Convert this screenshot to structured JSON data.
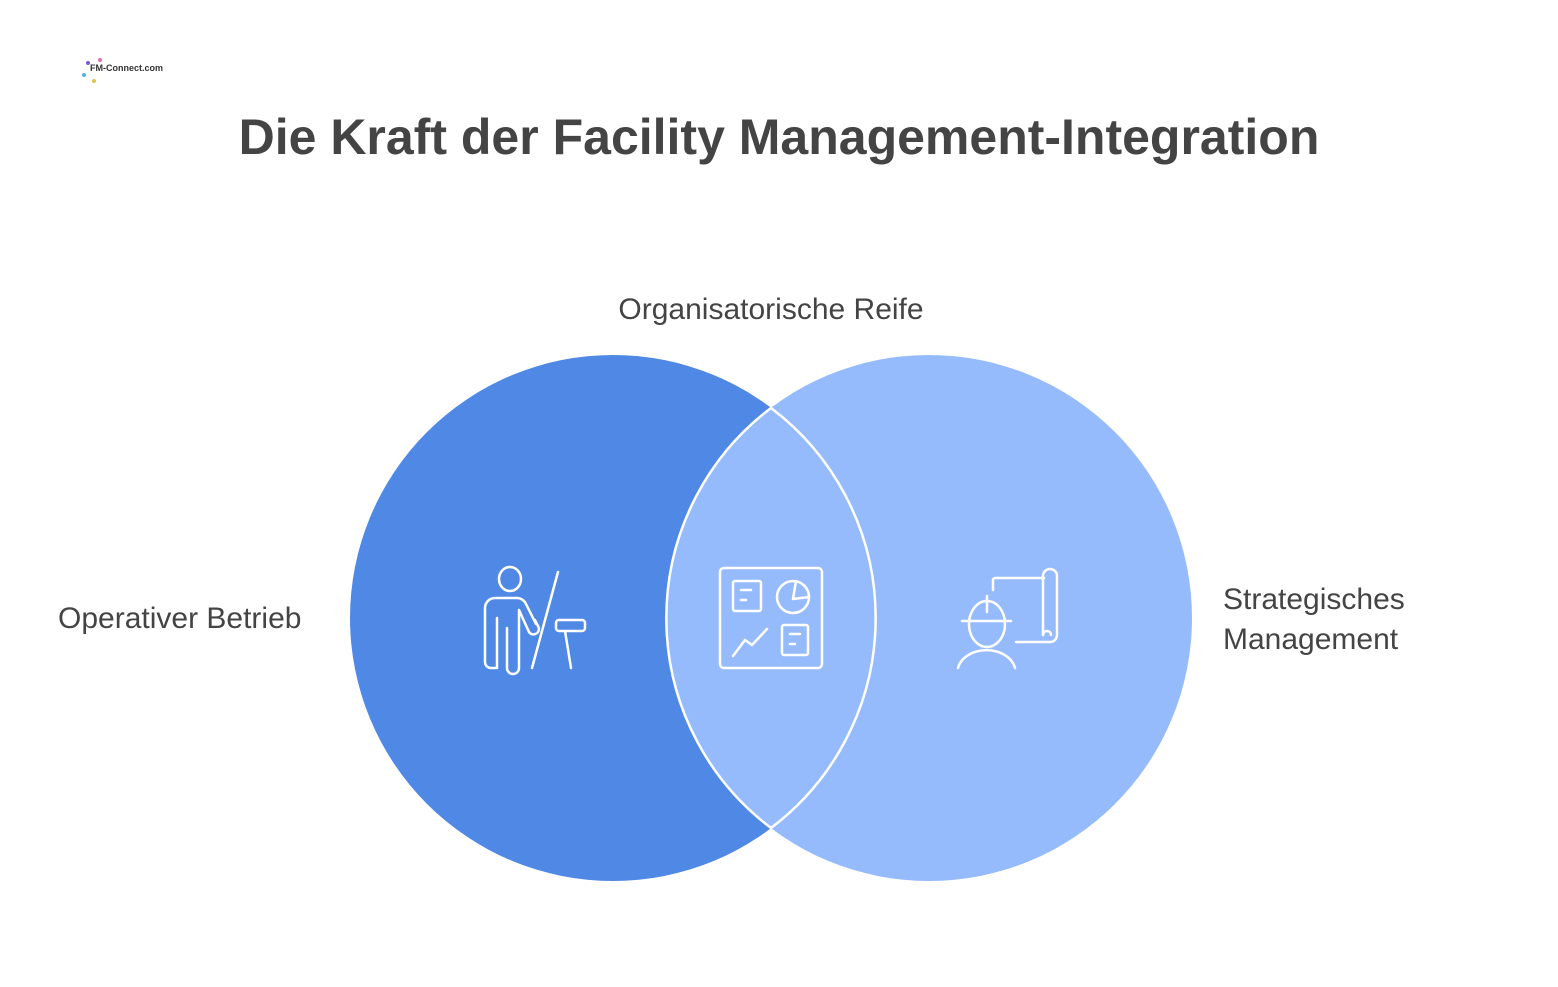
{
  "logo": {
    "text": "FM-Connect.com"
  },
  "title": "Die Kraft der Facility Management-Integration",
  "diagram": {
    "type": "venn",
    "sets": [
      {
        "label": "Operativer Betrieb",
        "color": "#4f88e5",
        "icon": "presenter-icon"
      },
      {
        "label": "Strategisches Management",
        "color": "#96bbfd",
        "icon": "engineer-blueprint-icon"
      }
    ],
    "intersection": {
      "label": "Organisatorische Reife",
      "color": "#96bbfd",
      "icon": "dashboard-icon"
    }
  }
}
